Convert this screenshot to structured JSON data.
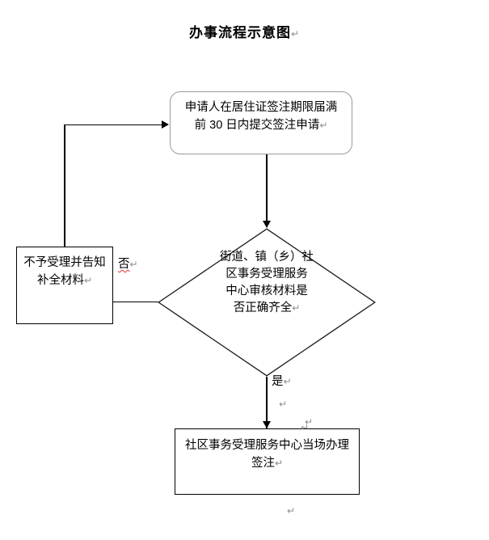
{
  "document": {
    "title": "办事流程示意图",
    "paragraph_mark": "↵"
  },
  "flowchart": {
    "type": "flowchart",
    "orientation": "top-to-bottom",
    "nodes": [
      {
        "id": "apply",
        "shape": "rounded-rectangle",
        "border_color": "#9a9a9a",
        "text": "申请人在居住证签注期限届满前 30 日内提交签注申请",
        "paragraph_mark": "↵"
      },
      {
        "id": "decision",
        "shape": "diamond",
        "border_color": "#000000",
        "lines": [
          "街道、镇（乡）社",
          "区事务受理服务",
          "中心审核材料是",
          "否正确齐全"
        ],
        "paragraph_mark": "↵"
      },
      {
        "id": "reject",
        "shape": "rectangle",
        "border_color": "#000000",
        "text": "不予受理并告知补全材料",
        "paragraph_mark": "↵"
      },
      {
        "id": "handle",
        "shape": "rectangle",
        "border_color": "#000000",
        "text": "社区事务受理服务中心当场办理签注",
        "paragraph_mark": "↵"
      }
    ],
    "edges": [
      {
        "id": "apply-to-decision",
        "from": "apply",
        "to": "decision",
        "label": "",
        "arrow": true
      },
      {
        "id": "decision-to-reject",
        "from": "decision",
        "to": "reject",
        "label": "否",
        "arrow": false,
        "label_misspelled": true,
        "label_paragraph_mark": "↵"
      },
      {
        "id": "reject-to-apply",
        "from": "reject",
        "to": "apply",
        "label": "",
        "arrow": true
      },
      {
        "id": "decision-to-handle",
        "from": "decision",
        "to": "handle",
        "label": "是",
        "arrow": true,
        "label_paragraph_mark": "↵"
      }
    ]
  },
  "stray_marks": [
    {
      "id": "mark-1",
      "glyph": "↵"
    },
    {
      "id": "mark-2",
      "glyph": "↵"
    },
    {
      "id": "mark-3",
      "glyph": "↵"
    },
    {
      "id": "mark-4",
      "glyph": "↵"
    }
  ]
}
